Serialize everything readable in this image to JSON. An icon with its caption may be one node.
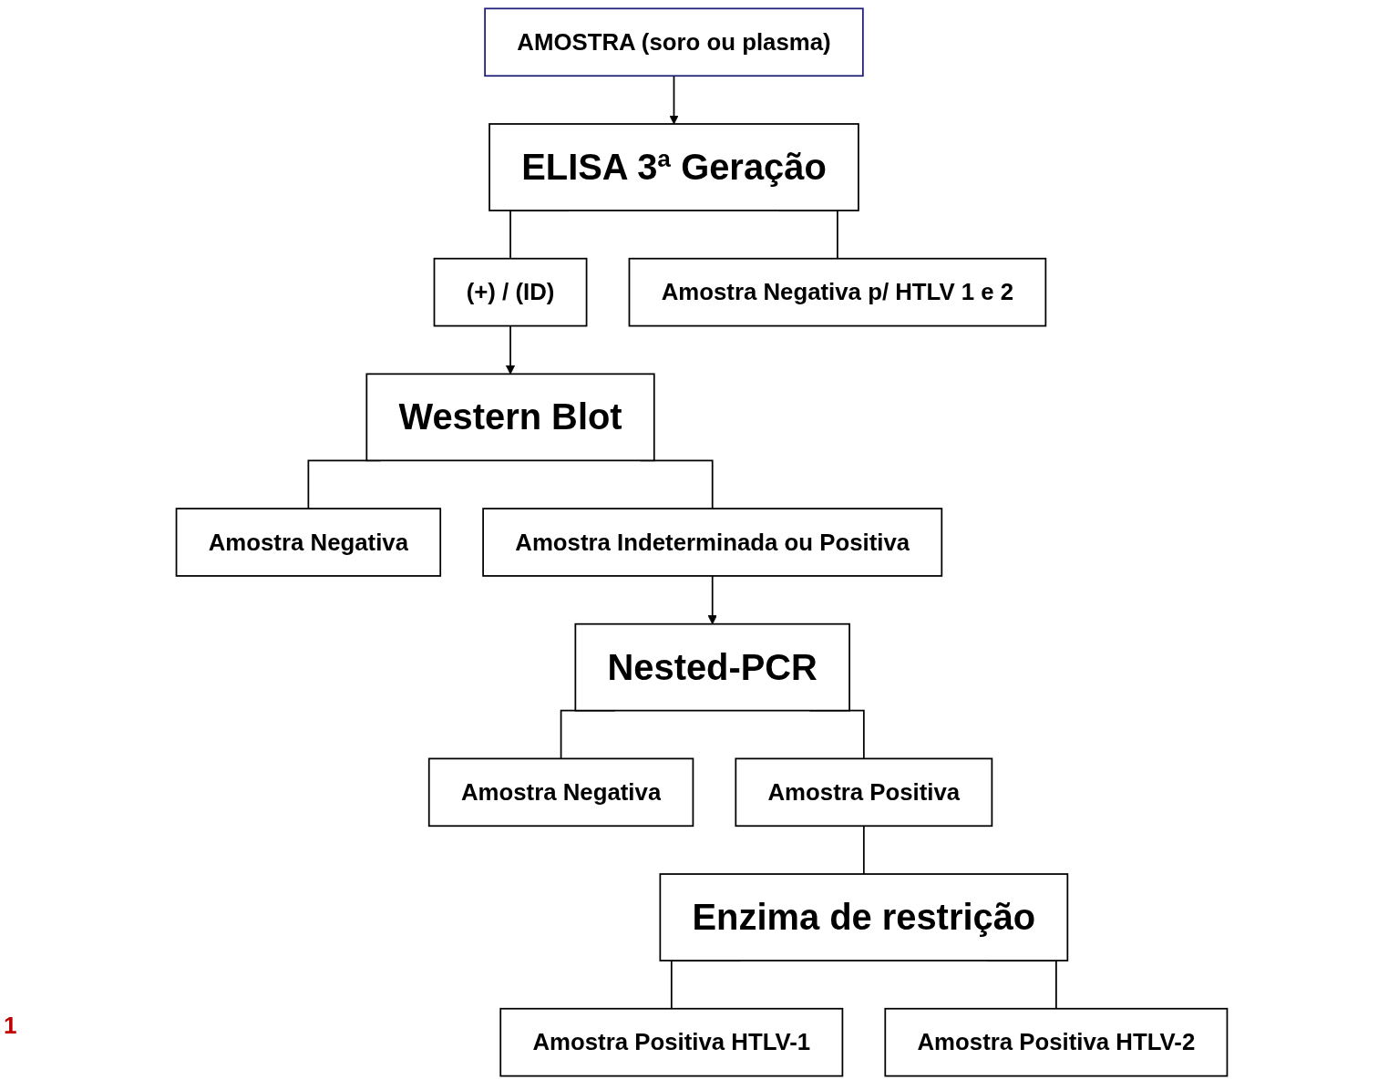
{
  "diagram": {
    "nodes": [
      {
        "text": [
          "AMOSTRA (soro ou plasma)"
        ]
      },
      {
        "text": [
          "ELISA 3ª Geração"
        ]
      },
      {
        "text": [
          "(+) / (ID)"
        ]
      },
      {
        "text": [
          "Amostra Negativa p/ HTLV 1 e 2"
        ]
      },
      {
        "text": [
          "Western Blot"
        ]
      },
      {
        "text": [
          "Amostra Negativa"
        ]
      },
      {
        "text": [
          "Amostra Indeterminada ou Positiva"
        ]
      },
      {
        "text": [
          "Nested-PCR"
        ]
      },
      {
        "text": [
          "Amostra Negativa"
        ]
      },
      {
        "text": [
          "Amostra Positiva"
        ]
      },
      {
        "text": [
          "Enzima de restrição"
        ]
      },
      {
        "text": [
          "Amostra Positiva HTLV-1"
        ]
      },
      {
        "text": [
          "Amostra Positiva HTLV-2"
        ]
      }
    ],
    "edges": [
      {
        "from": 0,
        "to": 1,
        "arrow": "to"
      },
      {
        "from": 1,
        "to": 2,
        "arrow": "none"
      },
      {
        "from": 1,
        "to": 3,
        "arrow": "none"
      },
      {
        "from": 2,
        "to": 4,
        "arrow": "to"
      },
      {
        "from": 4,
        "to": 5,
        "arrow": "none"
      },
      {
        "from": 4,
        "to": 6,
        "arrow": "none"
      },
      {
        "from": 6,
        "to": 7,
        "arrow": "to"
      },
      {
        "from": 7,
        "to": 8,
        "arrow": "none"
      },
      {
        "from": 7,
        "to": 9,
        "arrow": "none"
      },
      {
        "from": 9,
        "to": 10,
        "arrow": "none"
      },
      {
        "from": 10,
        "to": 11,
        "arrow": "none"
      },
      {
        "from": 10,
        "to": 12,
        "arrow": "none"
      }
    ],
    "labels": [
      "1"
    ]
  }
}
